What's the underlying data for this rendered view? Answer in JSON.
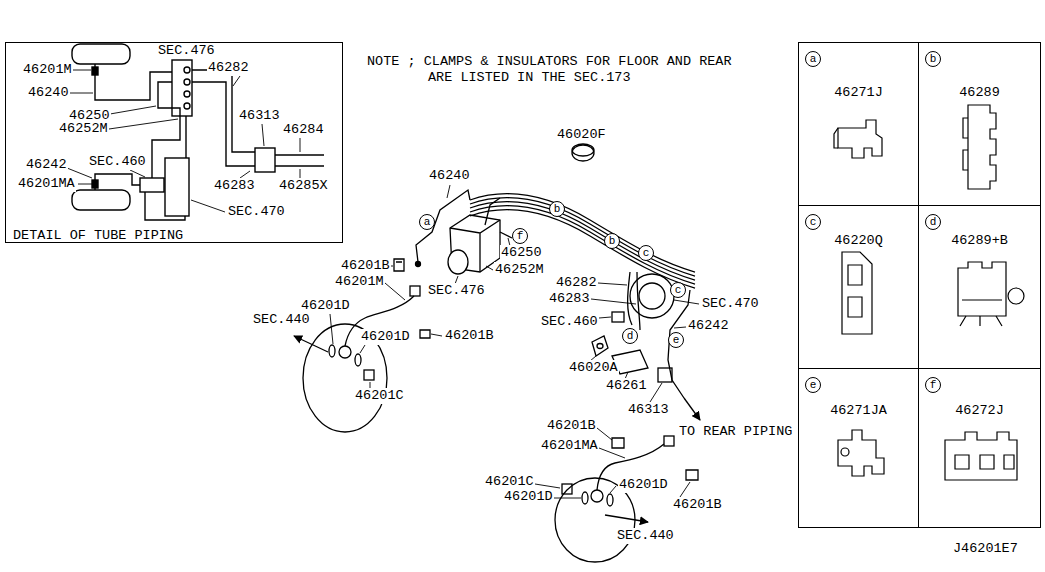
{
  "diagram": {
    "nodes": [
      {
        "text": [
          "DETAIL OF TUBE PIPING"
        ]
      },
      {
        "text": [
          "46271J"
        ]
      },
      {
        "text": [
          "a"
        ],
        "in": 1
      },
      {
        "text": [
          "46289"
        ]
      },
      {
        "text": [
          "b"
        ],
        "in": 3
      },
      {
        "text": [
          "46220Q"
        ]
      },
      {
        "text": [
          "c"
        ],
        "in": 5
      },
      {
        "text": [
          "46289+B"
        ]
      },
      {
        "text": [
          "d"
        ],
        "in": 7
      },
      {
        "text": [
          "46271JA"
        ]
      },
      {
        "text": [
          "e"
        ],
        "in": 9
      },
      {
        "text": [
          "46272J"
        ]
      },
      {
        "text": [
          "f"
        ],
        "in": 11
      },
      {
        "text": [
          "b"
        ]
      },
      {
        "text": [
          "a"
        ]
      },
      {
        "text": [
          "f"
        ]
      },
      {
        "text": [
          "b"
        ]
      },
      {
        "text": [
          "c"
        ]
      },
      {
        "text": [
          "c"
        ]
      },
      {
        "text": [
          "d"
        ]
      },
      {
        "text": [
          "e"
        ]
      }
    ],
    "labels": [
      "NOTE ; CLAMPS & INSULATORS FOR FLOOR AND REAR ARE LISTED IN THE SEC.173",
      "46201M",
      "46240",
      "SEC.476",
      "46282",
      "46250",
      "46252M",
      "46313",
      "46284",
      "SEC.460",
      "46242",
      "46201MA",
      "46283",
      "46285X",
      "SEC.470",
      "46020F",
      "46240",
      "46250",
      "46252M",
      "SEC.476",
      "46282",
      "46283",
      "SEC.470",
      "SEC.460",
      "46242",
      "46201B",
      "46201M",
      "46201D",
      "SEC.440",
      "46201D",
      "46201B",
      "46020A",
      "46261",
      "46313",
      "TO REAR PIPING",
      "46201C",
      "46201B",
      "46201MA",
      "46201C",
      "46201D",
      "46201D",
      "46201B",
      "SEC.440",
      "J46201E7"
    ]
  }
}
